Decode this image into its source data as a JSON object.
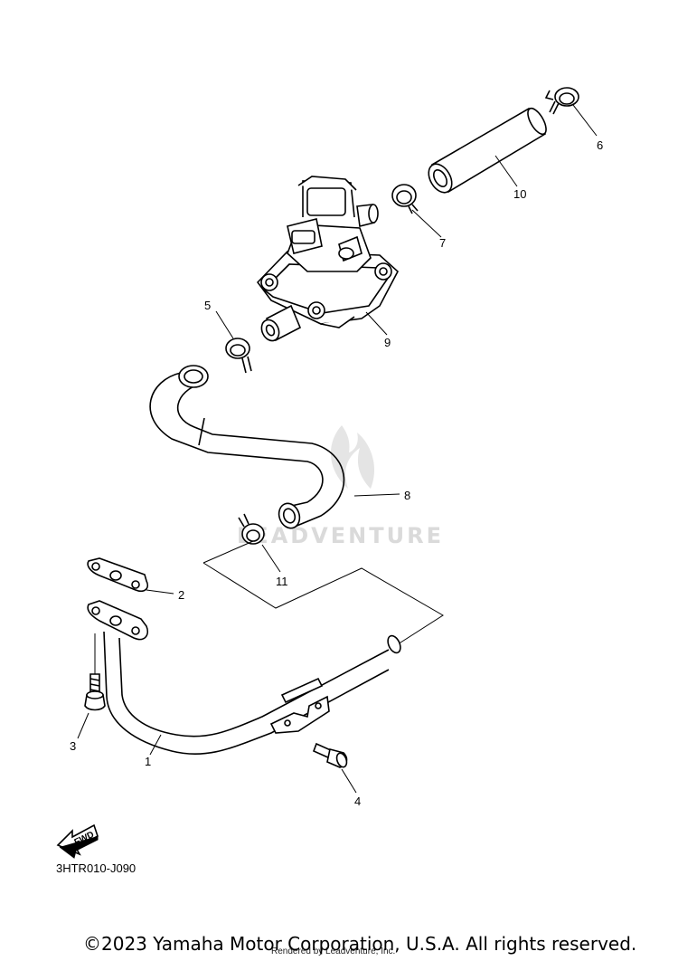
{
  "diagram": {
    "callouts": [
      "1",
      "2",
      "3",
      "4",
      "5",
      "6",
      "7",
      "8",
      "9",
      "10",
      "11"
    ],
    "fwd_label": "FWD",
    "diagram_code": "3HTR010-J090"
  },
  "watermark": {
    "text": "LEADVENTURE"
  },
  "footer": {
    "copyright": "©2023 Yamaha Motor Corporation, U.S.A. All rights reserved.",
    "rendered_by": "Rendered by Leadventure, Inc."
  }
}
